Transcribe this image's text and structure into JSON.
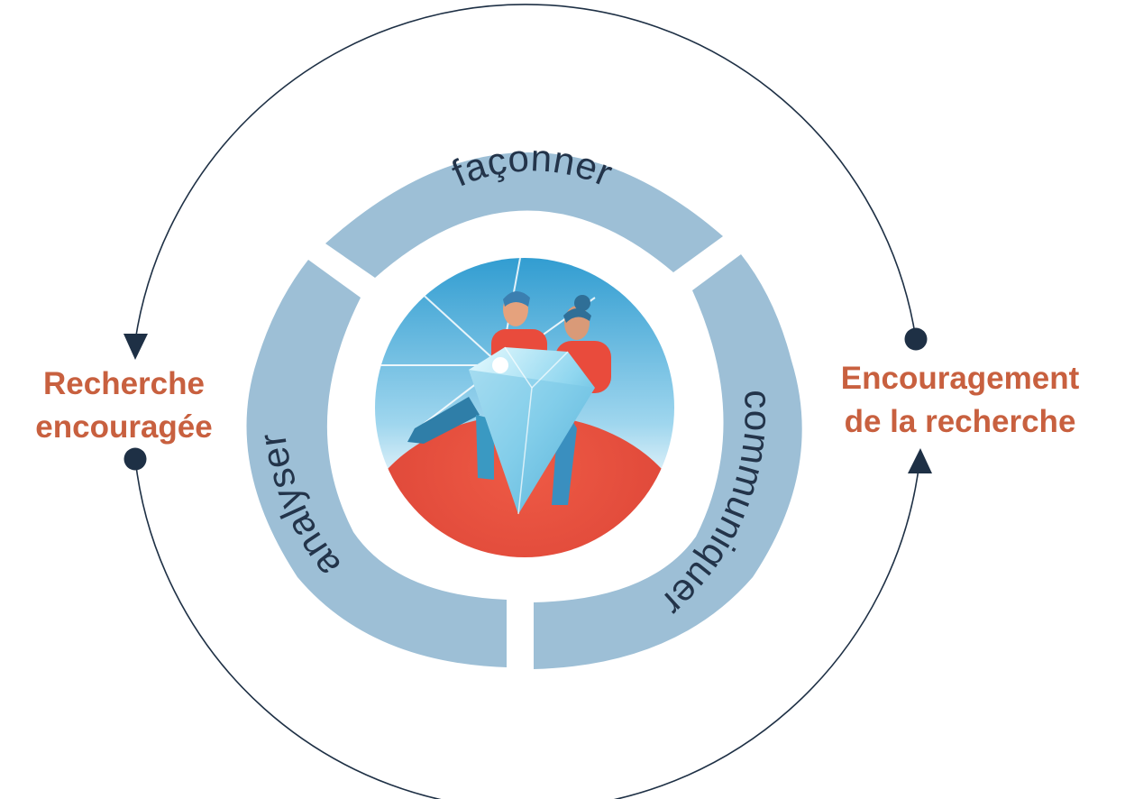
{
  "segments": {
    "top": "façonner",
    "left": "analyser",
    "right": "communiquer"
  },
  "left_label": {
    "line1": "Recherche",
    "line2": "encouragée"
  },
  "right_label": {
    "line1": "Encouragement",
    "line2": "de la recherche"
  },
  "colors": {
    "ring_segment": "#9dbfd6",
    "outer_cycle_line": "#1e3045",
    "label_text": "#c8603f",
    "segment_text": "#23344a",
    "hill_red": "#e2473a",
    "sky_blue": "#3aa6d6",
    "diamond": "#a8e3f3",
    "figure_shirt": "#e94b3c"
  },
  "illustration": {
    "description_icon": "diamond-with-two-people-icon"
  }
}
